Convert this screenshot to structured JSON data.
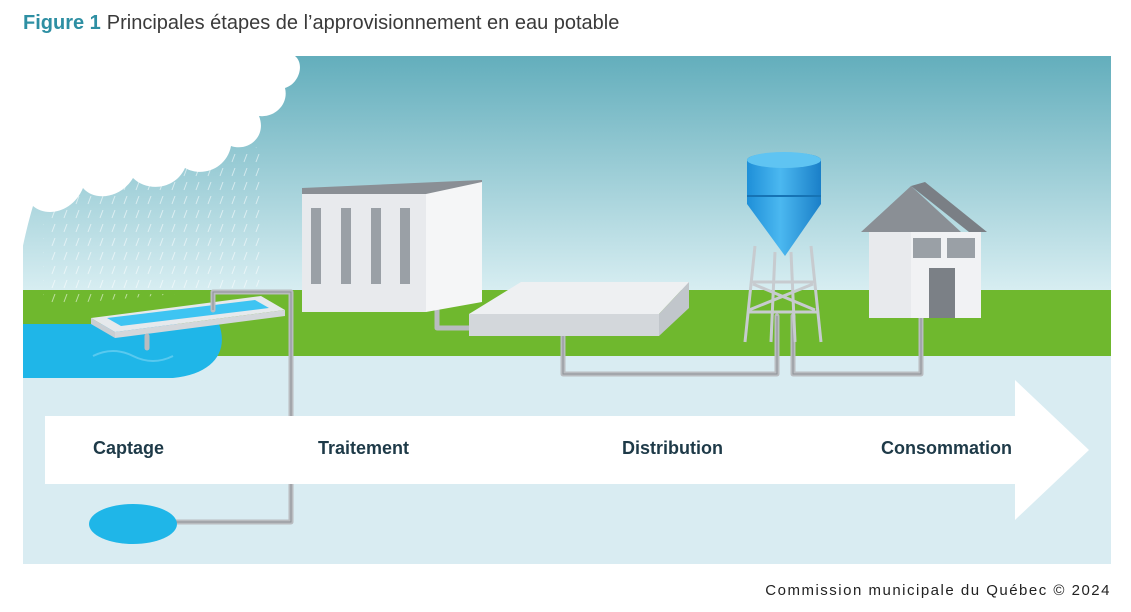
{
  "header": {
    "figure_label": "Figure 1",
    "title": "Principales étapes de l’approvisionnement en eau potable"
  },
  "stages": [
    {
      "label": "Captage"
    },
    {
      "label": "Traitement"
    },
    {
      "label": "Distribution"
    },
    {
      "label": "Consommation"
    }
  ],
  "footer": {
    "credit": "Commission municipale du Québec © 2024"
  },
  "colors": {
    "title_accent": "#2e8fa3",
    "sky_top": "#5eaab9",
    "grass": "#6fb82e",
    "water": "#1fb6e8",
    "ground": "#d9ecf2",
    "pipe": "#b9bcc0"
  },
  "icons": [
    "rain-cloud-icon",
    "water-intake-basin-icon",
    "treatment-plant-icon",
    "reservoir-icon",
    "water-tower-icon",
    "house-icon",
    "groundwater-well-icon"
  ]
}
